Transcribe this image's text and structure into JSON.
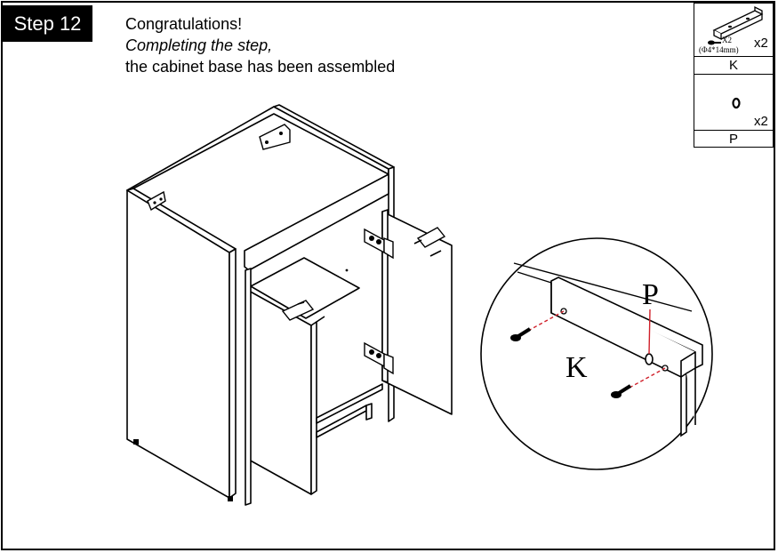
{
  "step": {
    "label": "Step 12"
  },
  "instructions": {
    "line1": "Congratulations!",
    "line2": "Completing the step,",
    "line3": "the cabinet base has been assembled"
  },
  "parts": {
    "k": {
      "label": "K",
      "qty": "x2",
      "screw_qty": "X2",
      "screw_spec": "(Φ4*14mm)"
    },
    "p": {
      "label": "P",
      "qty": "x2"
    }
  },
  "detail": {
    "label_p": "P",
    "label_k": "K"
  },
  "colors": {
    "line": "#000000",
    "dash": "#d0202a",
    "background": "#ffffff"
  }
}
